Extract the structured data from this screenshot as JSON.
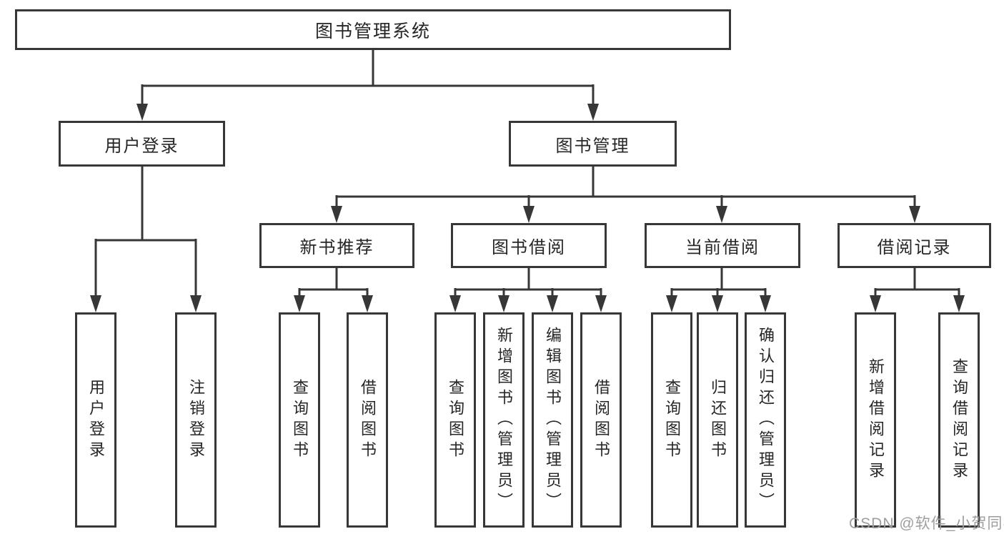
{
  "diagram": {
    "title_node": "图书管理系统",
    "level2": [
      "用户登录",
      "图书管理"
    ],
    "level3": [
      "新书推荐",
      "图书借阅",
      "当前借阅",
      "借阅记录"
    ],
    "leaves": [
      "用户登录",
      "注销登录",
      "查询图书",
      "借阅图书",
      "查询图书",
      "新增图书（管理员）",
      "编辑图书（管理员）",
      "借阅图书",
      "查询图书",
      "归还图书",
      "确认归还（管理员）",
      "新增借阅记录",
      "查询借阅记录"
    ]
  },
  "watermark": "CSDN @软件_小贺同学",
  "colors": {
    "line": "#373737",
    "text": "#262626",
    "watermark": "#9e9e9e",
    "background": "#ffffff"
  }
}
